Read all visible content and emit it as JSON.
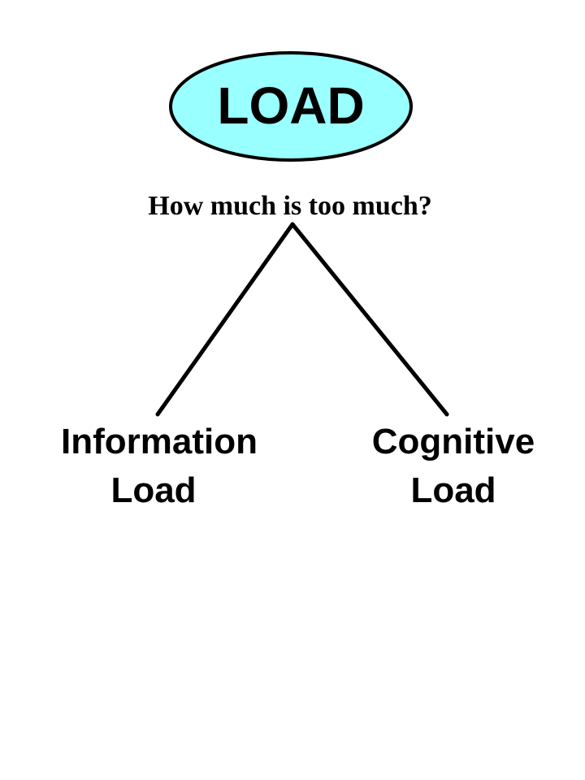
{
  "root": {
    "label": "LOAD",
    "fill_color": "#99ffff",
    "stroke_color": "#000000"
  },
  "question": "How much is too much?",
  "branches": [
    {
      "line1": "Information",
      "line2": "Load"
    },
    {
      "line1": "Cognitive",
      "line2": "Load"
    }
  ],
  "connector_color": "#000000"
}
